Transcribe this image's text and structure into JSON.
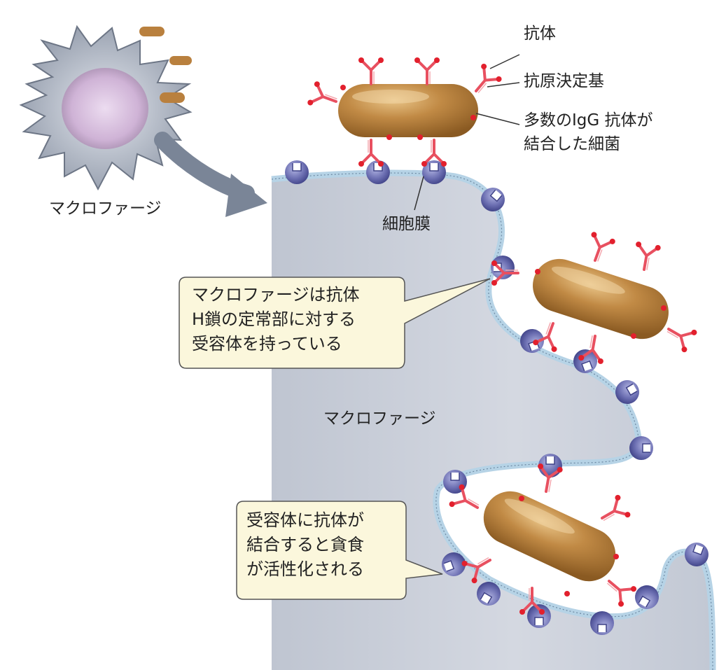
{
  "labels": {
    "antibody": "抗体",
    "epitope": "抗原決定基",
    "bacterium_line1": "多数のIgG 抗体が",
    "bacterium_line2": "結合した細菌",
    "macrophage_small": "マクロファージ",
    "cell_membrane": "細胞膜",
    "macrophage_big": "マクロファージ"
  },
  "callouts": {
    "receptor": [
      "マクロファージは抗体",
      "H鎖の定常部に対する",
      "受容体を持っている"
    ],
    "activation": [
      "受容体に抗体が",
      "結合すると貪食",
      "が活性化される"
    ]
  },
  "colors": {
    "cytoplasm": "#c9ced8",
    "membrane": "#b6d3e6",
    "bacterium": "#b9803e",
    "antibody": "#e85060",
    "antigen_dot": "#e2202d",
    "receptor": "#5c5e9e",
    "callout_fill": "#fbf7dc",
    "arrow": "#7a8597"
  }
}
